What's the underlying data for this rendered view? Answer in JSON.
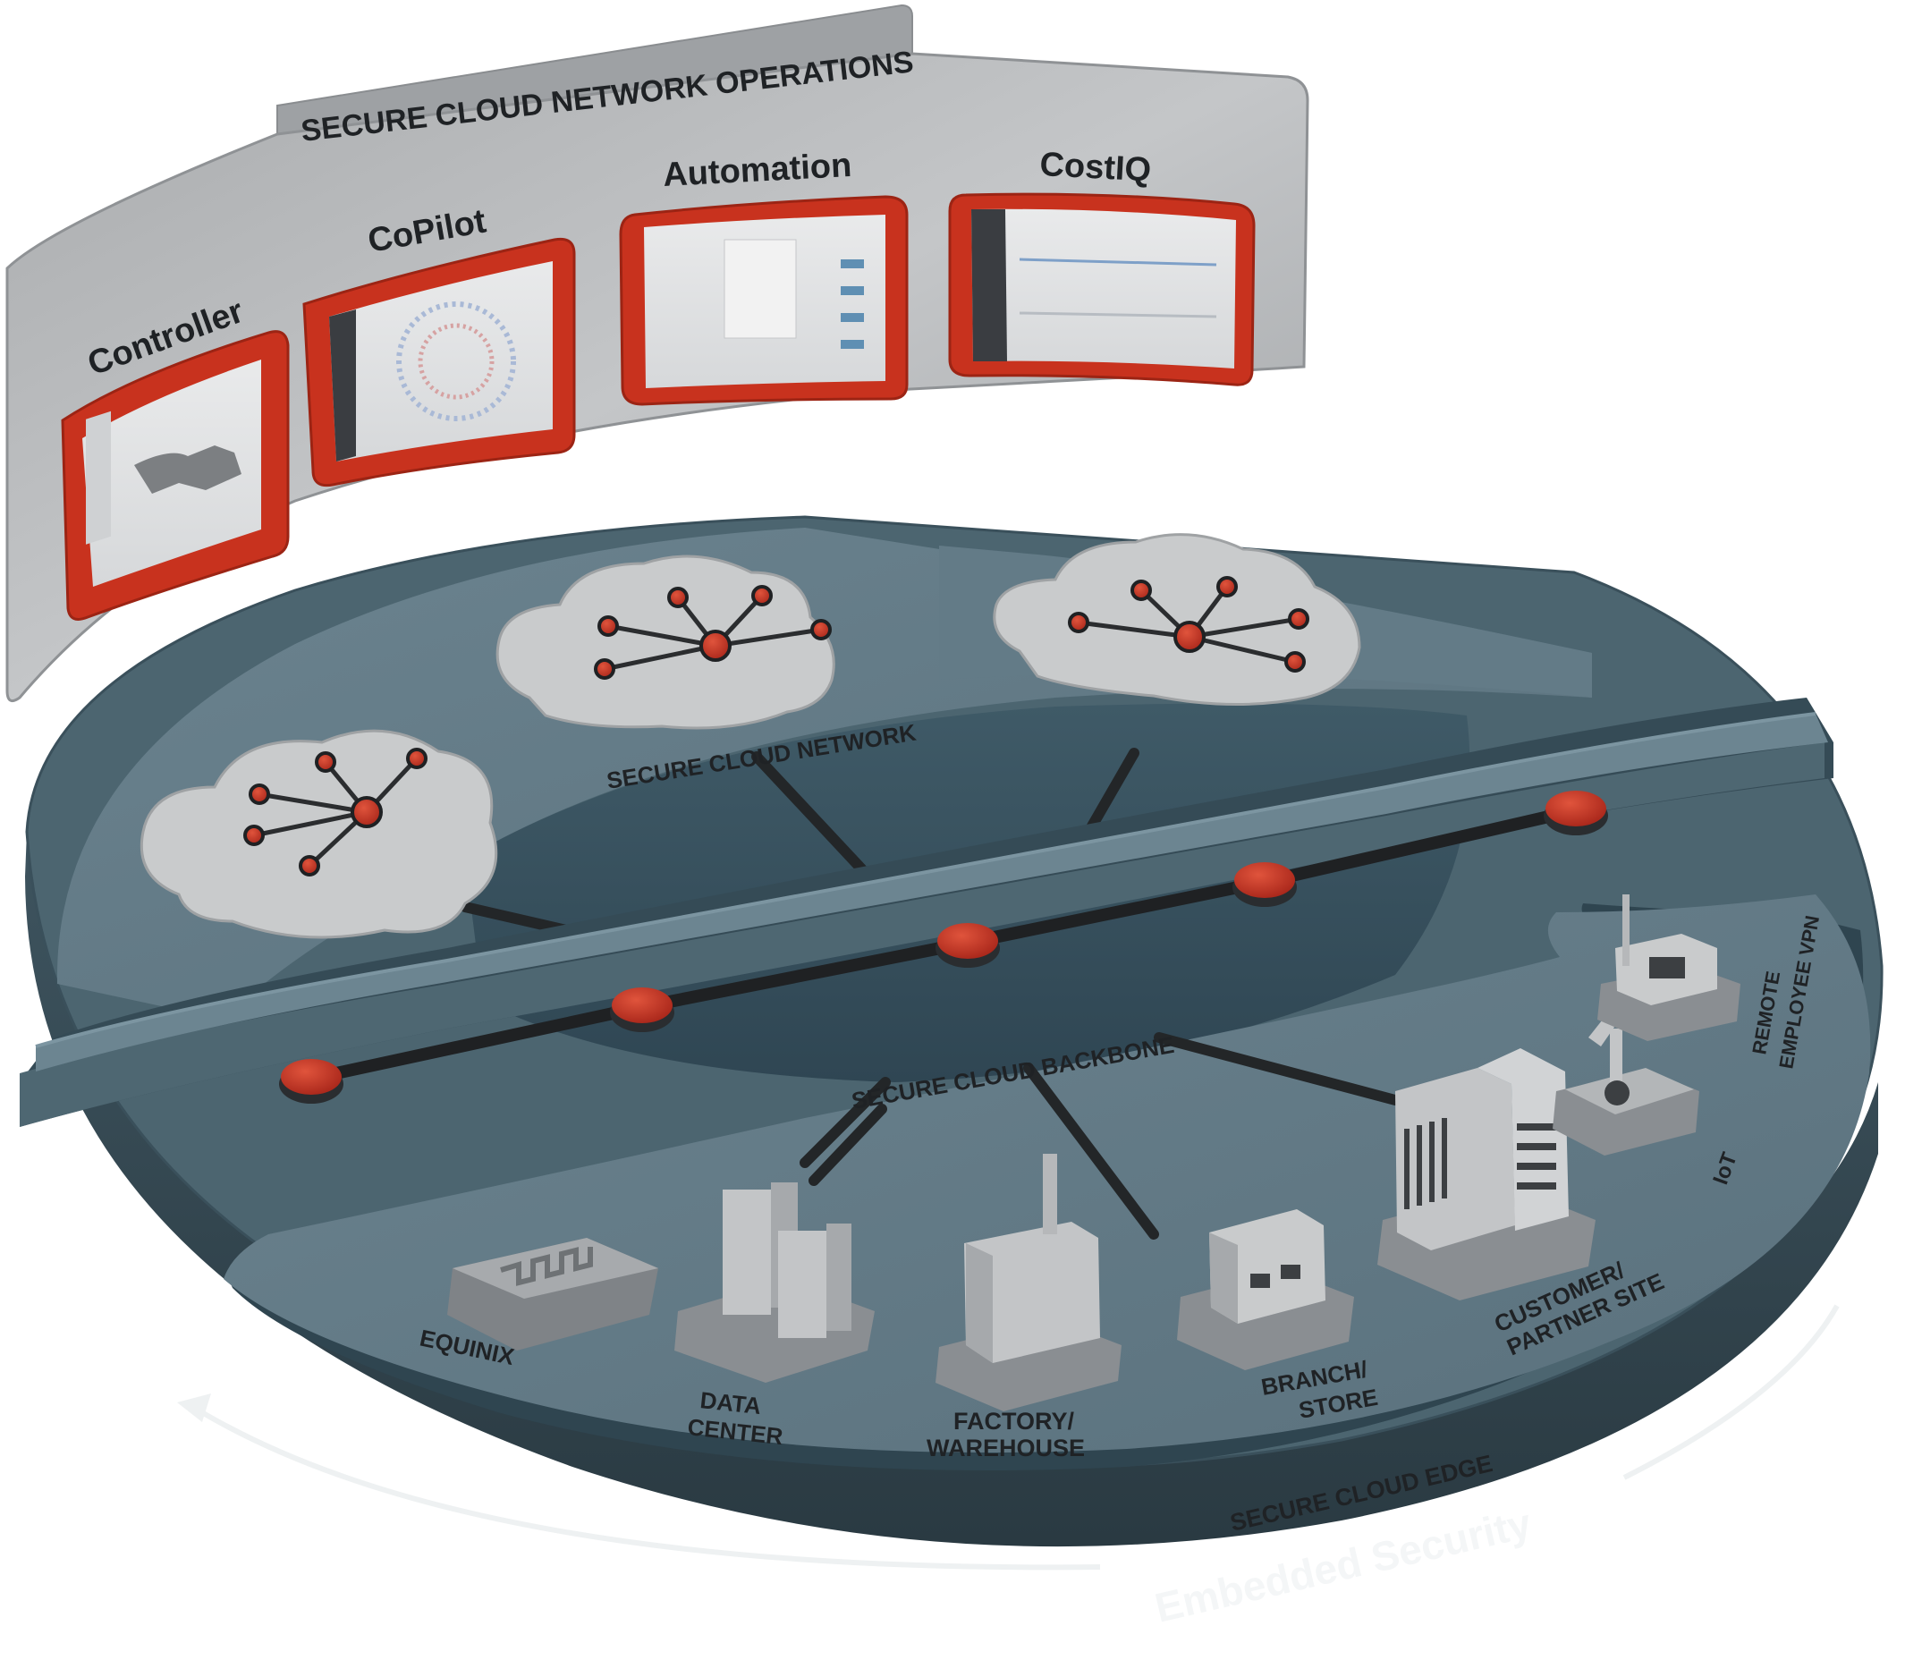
{
  "operations": {
    "title": "SECURE CLOUD NETWORK OPERATIONS",
    "panels": [
      {
        "label": "Controller"
      },
      {
        "label": "CoPilot"
      },
      {
        "label": "Automation"
      },
      {
        "label": "CostIQ"
      }
    ]
  },
  "rings": {
    "network_label": "SECURE CLOUD NETWORK",
    "backbone_label": "SECURE CLOUD BACKBONE",
    "edge_label": "SECURE CLOUD EDGE",
    "security_label": "Embedded Security"
  },
  "edge_sites": {
    "equinix": "EQUINIX",
    "data_center_1": "DATA",
    "data_center_2": "CENTER",
    "factory_1": "FACTORY/",
    "factory_2": "WAREHOUSE",
    "branch_1": "BRANCH/",
    "branch_2": "STORE",
    "customer_1": "CUSTOMER/",
    "customer_2": "PARTNER SITE",
    "iot": "IoT",
    "remote_1": "REMOTE",
    "remote_2": "EMPLOYEE VPN"
  },
  "colors": {
    "accent_red": "#c8321e",
    "platform_slate": "#5f7784",
    "panel_gray": "#b7b9bb",
    "cloud_gray": "#c9cbcc"
  }
}
